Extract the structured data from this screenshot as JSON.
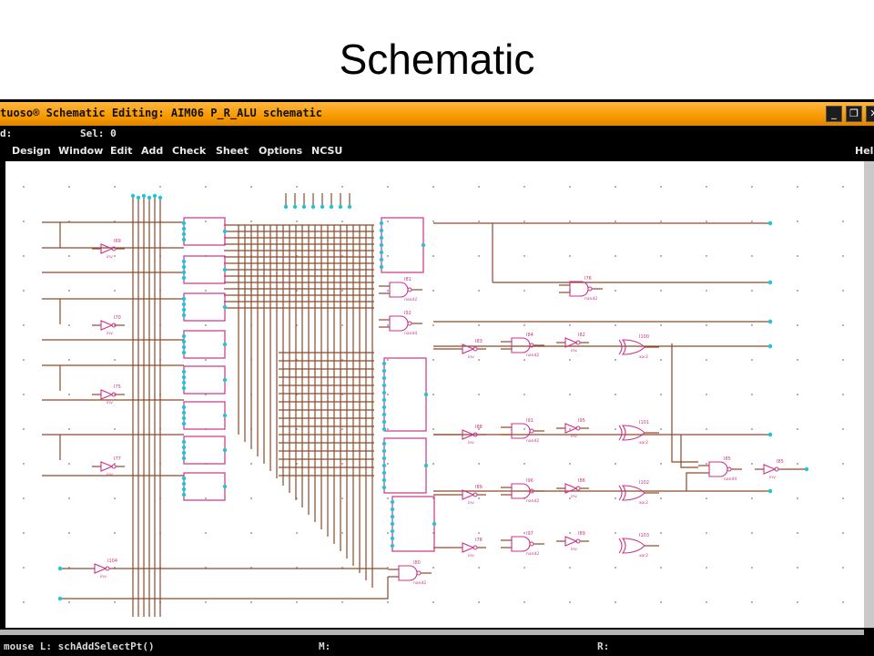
{
  "slide": {
    "title": "Schematic"
  },
  "window": {
    "title": "tuoso® Schematic Editing: AIM06 P_R_ALU schematic",
    "controls": {
      "minimize": "_",
      "restore": "❐",
      "close": "✕"
    }
  },
  "status": {
    "cmd_label": "d:",
    "sel_label": "Sel: 0"
  },
  "menu": {
    "items": [
      "Design",
      "Window",
      "Edit",
      "Add",
      "Check",
      "Sheet",
      "Options",
      "NCSU"
    ],
    "help": "Help"
  },
  "bottom": {
    "mouse_l": "mouse L: schAddSelectPt()",
    "mouse_m": "M:",
    "mouse_r": "R:"
  },
  "instances": {
    "inv_labels": [
      "I69",
      "I70",
      "I75",
      "I77",
      "I104",
      "I83",
      "I82",
      "I88",
      "I95",
      "I89",
      "I86",
      "I78"
    ],
    "nand_labels": [
      "I81",
      "I92",
      "I84",
      "I91",
      "I96",
      "I97",
      "I85",
      "I80",
      "I76"
    ],
    "xor_labels": [
      "I100",
      "I101",
      "I102",
      "I103"
    ],
    "cell_inv": "inv",
    "cell_nand2": "nand2",
    "cell_nand4": "nand4",
    "cell_xor2": "xor2"
  },
  "colors": {
    "wire": "#8b4a2b",
    "symbol": "#cc3388",
    "pin": "#22c4d8",
    "grid_dot": "#808080",
    "titlebar": "#f79a00"
  }
}
